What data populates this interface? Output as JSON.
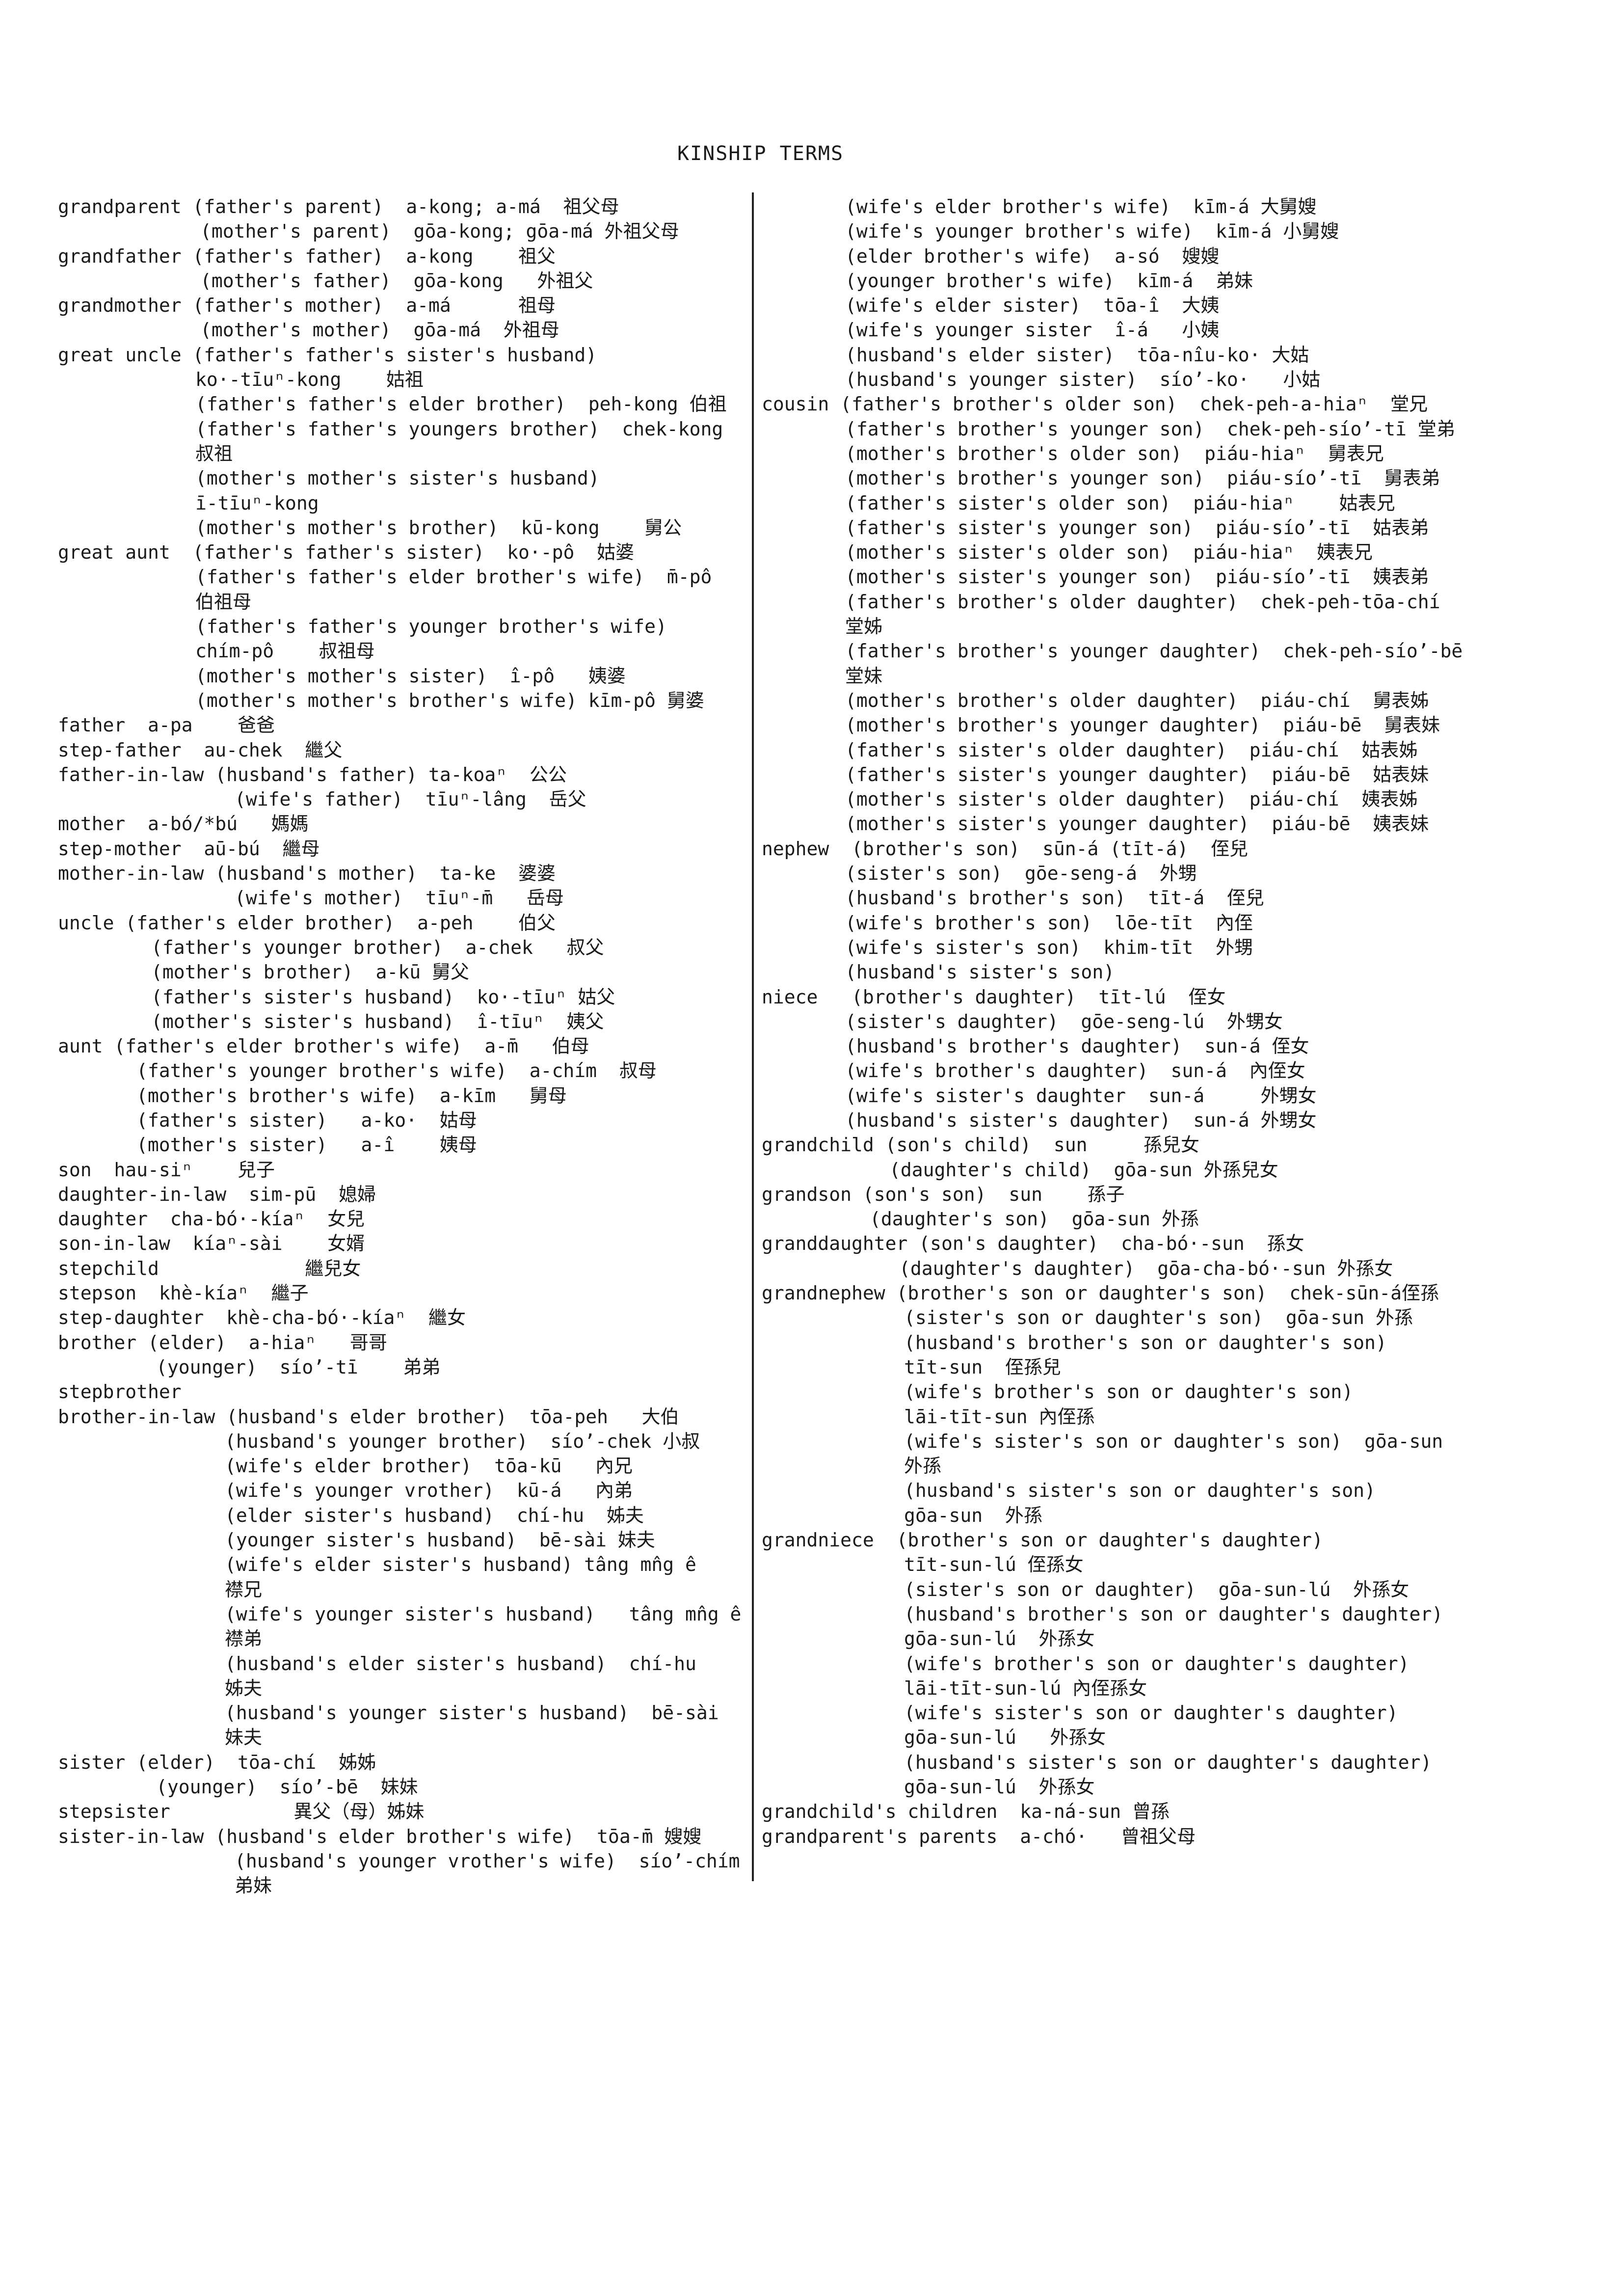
{
  "title": "KINSHIP TERMS",
  "left_column": [
    {
      "t": "grandparent (father's parent)  a-kong; a-má  祖父母",
      "c": ""
    },
    {
      "t": "(mother's parent)  gōa-kong; gōa-má 外祖父母",
      "c": "i1"
    },
    {
      "t": "grandfather (father's father)  a-kong    祖父",
      "c": ""
    },
    {
      "t": "(mother's father)  gōa-kong   外祖父",
      "c": "i1"
    },
    {
      "t": "grandmother (father's mother)  a-má      祖母",
      "c": ""
    },
    {
      "t": "(mother's mother)  gōa-má  外祖母",
      "c": "i1"
    },
    {
      "t": "great uncle (father's father's sister's husband)",
      "c": ""
    },
    {
      "t": "ko·-tīuⁿ-kong    姑祖",
      "c": "i2"
    },
    {
      "t": "(father's father's elder brother)  peh-kong 伯祖",
      "c": "i2"
    },
    {
      "t": "(father's father's youngers brother)  chek-kong",
      "c": "i2"
    },
    {
      "t": "叔祖",
      "c": "i2"
    },
    {
      "t": "(mother's mother's sister's husband)",
      "c": "i2"
    },
    {
      "t": "ī-tīuⁿ-kong",
      "c": "i2"
    },
    {
      "t": "(mother's mother's brother)  kū-kong    舅公",
      "c": "i2"
    },
    {
      "t": "great aunt  (father's father's sister)  ko·-pô  姑婆",
      "c": ""
    },
    {
      "t": "(father's father's elder brother's wife)  m̄-pô",
      "c": "i2"
    },
    {
      "t": "伯祖母",
      "c": "i2"
    },
    {
      "t": "(father's father's younger brother's wife)",
      "c": "i2"
    },
    {
      "t": "chím-pô    叔祖母",
      "c": "i2"
    },
    {
      "t": "(mother's mother's sister)  î-pô   姨婆",
      "c": "i2"
    },
    {
      "t": "(mother's mother's brother's wife) kīm-pô 舅婆",
      "c": "i2"
    },
    {
      "t": "father  a-pa    爸爸",
      "c": ""
    },
    {
      "t": "step-father  au-chek  繼父",
      "c": ""
    },
    {
      "t": "father-in-law (husband's father) ta-koaⁿ  公公",
      "c": ""
    },
    {
      "t": "(wife's father)  tīuⁿ-lâng  岳父",
      "c": "i5"
    },
    {
      "t": "mother  a-bó/*bú   媽媽",
      "c": ""
    },
    {
      "t": "step-mother  aū-bú  繼母",
      "c": ""
    },
    {
      "t": "mother-in-law (husband's mother)  ta-ke  婆婆",
      "c": ""
    },
    {
      "t": "(wife's mother)  tīuⁿ-m̄   岳母",
      "c": "i5"
    },
    {
      "t": "uncle (father's elder brother)  a-peh    伯父",
      "c": ""
    },
    {
      "t": "(father's younger brother)  a-chek   叔父",
      "c": "i12"
    },
    {
      "t": "(mother's brother)  a-kū 舅父",
      "c": "i12"
    },
    {
      "t": "(father's sister's husband)  ko·-tīuⁿ 姑父",
      "c": "i12"
    },
    {
      "t": "(mother's sister's husband)  î-tīuⁿ  姨父",
      "c": "i12"
    },
    {
      "t": "aunt (father's elder brother's wife)  a-m̄   伯母",
      "c": ""
    },
    {
      "t": "(father's younger brother's wife)  a-chím  叔母",
      "c": "i14"
    },
    {
      "t": "(mother's brother's wife)  a-kīm   舅母",
      "c": "i14"
    },
    {
      "t": "(father's sister)   a-ko·  姑母",
      "c": "i14"
    },
    {
      "t": "(mother's sister)   a-î    姨母",
      "c": "i14"
    },
    {
      "t": "son  hau-siⁿ    兒子",
      "c": ""
    },
    {
      "t": "daughter-in-law  sim-pū  媳婦",
      "c": ""
    },
    {
      "t": "daughter  cha-bó·-kíaⁿ  女兒",
      "c": ""
    },
    {
      "t": "son-in-law  kíaⁿ-sài    女婿",
      "c": ""
    },
    {
      "t": "stepchild             繼兒女",
      "c": ""
    },
    {
      "t": "stepson  khè-kíaⁿ  繼子",
      "c": ""
    },
    {
      "t": "step-daughter  khè-cha-bó·-kíaⁿ  繼女",
      "c": ""
    },
    {
      "t": "brother (elder)  a-hiaⁿ   哥哥",
      "c": ""
    },
    {
      "t": "(younger)  síoʼ-tī    弟弟",
      "c": "i3"
    },
    {
      "t": "stepbrother",
      "c": ""
    },
    {
      "t": "brother-in-law (husband's elder brother)  tōa-peh   大伯",
      "c": ""
    },
    {
      "t": "(husband's younger brother)  síoʼ-chek 小叔",
      "c": "i4"
    },
    {
      "t": "(wife's elder brother)  tōa-kū   內兄",
      "c": "i4"
    },
    {
      "t": "(wife's younger vrother)  kū-á   內弟",
      "c": "i4"
    },
    {
      "t": "(elder sister's husband)  chí-hu  姊夫",
      "c": "i4"
    },
    {
      "t": "(younger sister's husband)  bē-sài 妹夫",
      "c": "i4"
    },
    {
      "t": "(wife's elder sister's husband) tâng mn̂g ê",
      "c": "i4"
    },
    {
      "t": "襟兄",
      "c": "i4"
    },
    {
      "t": "(wife's younger sister's husband)   tâng mn̂g ê",
      "c": "i4"
    },
    {
      "t": "襟弟",
      "c": "i4"
    },
    {
      "t": "(husband's elder sister's husband)  chí-hu",
      "c": "i4"
    },
    {
      "t": "姊夫",
      "c": "i4"
    },
    {
      "t": "(husband's younger sister's husband)  bē-sài",
      "c": "i4"
    },
    {
      "t": "妹夫",
      "c": "i4"
    },
    {
      "t": "sister (elder)  tōa-chí  姊姊",
      "c": ""
    },
    {
      "t": "(younger)  síoʼ-bē  妹妹",
      "c": "i3"
    },
    {
      "t": "stepsister           異父（母）姊妹",
      "c": ""
    },
    {
      "t": "sister-in-law (husband's elder brother's wife)  tōa-m̄ 嫂嫂",
      "c": ""
    },
    {
      "t": "(husband's younger vrother's wife)  síoʼ-chím",
      "c": "i5"
    },
    {
      "t": "弟妹",
      "c": "i5"
    }
  ],
  "right_column": [
    {
      "t": "(wife's elder brother's wife)  kīm-á 大舅嫂",
      "c": "r1"
    },
    {
      "t": "(wife's younger brother's wife)  kīm-á 小舅嫂",
      "c": "r1"
    },
    {
      "t": "(elder brother's wife)  a-só  嫂嫂",
      "c": "r1"
    },
    {
      "t": "(younger brother's wife)  kīm-á  弟妹",
      "c": "r1"
    },
    {
      "t": "(wife's elder sister)  tōa-î  大姨",
      "c": "r1"
    },
    {
      "t": "(wife's younger sister  î-á   小姨",
      "c": "r1"
    },
    {
      "t": "(husband's elder sister)  tōa-nîu-ko· 大姑",
      "c": "r1"
    },
    {
      "t": "(husband's younger sister)  síoʼ-ko·   小姑",
      "c": "r1"
    },
    {
      "t": "cousin (father's brother's older son)  chek-peh-a-hiaⁿ  堂兄",
      "c": ""
    },
    {
      "t": "(father's brother's younger son)  chek-peh-síoʼ-tī 堂弟",
      "c": "r1"
    },
    {
      "t": "(mother's brother's older son)  piáu-hiaⁿ  舅表兄",
      "c": "r1"
    },
    {
      "t": "(mother's brother's younger son)  piáu-síoʼ-tī  舅表弟",
      "c": "r1"
    },
    {
      "t": "(father's sister's older son)  piáu-hiaⁿ    姑表兄",
      "c": "r1"
    },
    {
      "t": "(father's sister's younger son)  piáu-síoʼ-tī  姑表弟",
      "c": "r1"
    },
    {
      "t": "(mother's sister's older son)  piáu-hiaⁿ  姨表兄",
      "c": "r1"
    },
    {
      "t": "(mother's sister's younger son)  piáu-síoʼ-tī  姨表弟",
      "c": "r1"
    },
    {
      "t": "(father's brother's older daughter)  chek-peh-tōa-chí",
      "c": "r1"
    },
    {
      "t": "堂姊",
      "c": "r1"
    },
    {
      "t": "(father's brother's younger daughter)  chek-peh-síoʼ-bē",
      "c": "r1"
    },
    {
      "t": "堂妹",
      "c": "r1"
    },
    {
      "t": "(mother's brother's older daughter)  piáu-chí  舅表姊",
      "c": "r1"
    },
    {
      "t": "(mother's brother's younger daughter)  piáu-bē  舅表妹",
      "c": "r1"
    },
    {
      "t": "(father's sister's older daughter)  piáu-chí  姑表姊",
      "c": "r1"
    },
    {
      "t": "(father's sister's younger daughter)  piáu-bē  姑表妹",
      "c": "r1"
    },
    {
      "t": "(mother's sister's older daughter)  piáu-chí  姨表姊",
      "c": "r1"
    },
    {
      "t": "(mother's sister's younger daughter)  piáu-bē  姨表妹",
      "c": "r1"
    },
    {
      "t": "nephew  (brother's son)  sūn-á (tīt-á)  侄兒",
      "c": ""
    },
    {
      "t": "(sister's son)  gōe-seng-á  外甥",
      "c": "r1"
    },
    {
      "t": "(husband's brother's son)  tīt-á  侄兒",
      "c": "r1"
    },
    {
      "t": "(wife's brother's son)  lōe-tīt  內侄",
      "c": "r1"
    },
    {
      "t": "(wife's sister's son)  khim-tīt  外甥",
      "c": "r1"
    },
    {
      "t": "(husband's sister's son)",
      "c": "r1"
    },
    {
      "t": "niece   (brother's daughter)  tīt-lú  侄女",
      "c": ""
    },
    {
      "t": "(sister's daughter)  gōe-seng-lú  外甥女",
      "c": "r1"
    },
    {
      "t": "(husband's brother's daughter)  sun-á 侄女",
      "c": "r1"
    },
    {
      "t": "(wife's brother's daughter)  sun-á  內侄女",
      "c": "r1"
    },
    {
      "t": "(wife's sister's daughter  sun-á     外甥女",
      "c": "r1"
    },
    {
      "t": "(husband's sister's daughter)  sun-á 外甥女",
      "c": "r1"
    },
    {
      "t": "grandchild (son's child)  sun     孫兒女",
      "c": ""
    },
    {
      "t": "(daughter's child)  gōa-sun 外孫兒女",
      "c": "r2"
    },
    {
      "t": "grandson (son's son)  sun    孫子",
      "c": ""
    },
    {
      "t": "(daughter's son)  gōa-sun 外孫",
      "c": "r4"
    },
    {
      "t": "granddaughter (son's daughter)  cha-bó·-sun  孫女",
      "c": ""
    },
    {
      "t": "(daughter's daughter)  gōa-cha-bó·-sun 外孫女",
      "c": "r6"
    },
    {
      "t": "grandnephew (brother's son or daughter's son)  chek-sūn-á侄孫",
      "c": ""
    },
    {
      "t": "(sister's son or daughter's son)  gōa-sun 外孫",
      "c": "r7"
    },
    {
      "t": "(husband's brother's son or daughter's son)",
      "c": "r7"
    },
    {
      "t": "tīt-sun  侄孫兒",
      "c": "r7"
    },
    {
      "t": "(wife's brother's son or daughter's son)",
      "c": "r7"
    },
    {
      "t": "lāi-tīt-sun 內侄孫",
      "c": "r7"
    },
    {
      "t": "(wife's sister's son or daughter's son)  gōa-sun",
      "c": "r7"
    },
    {
      "t": "外孫",
      "c": "r7"
    },
    {
      "t": "(husband's sister's son or daughter's son)",
      "c": "r7"
    },
    {
      "t": "gōa-sun  外孫",
      "c": "r7"
    },
    {
      "t": "grandniece  (brother's son or daughter's daughter)",
      "c": ""
    },
    {
      "t": "tīt-sun-lú 侄孫女",
      "c": "r7"
    },
    {
      "t": "(sister's son or daughter)  gōa-sun-lú  外孫女",
      "c": "r7"
    },
    {
      "t": "(husband's brother's son or daughter's daughter)",
      "c": "r7"
    },
    {
      "t": "gōa-sun-lú  外孫女",
      "c": "r7"
    },
    {
      "t": "(wife's brother's son or daughter's daughter)",
      "c": "r7"
    },
    {
      "t": "lāi-tīt-sun-lú 內侄孫女",
      "c": "r7"
    },
    {
      "t": "(wife's sister's son or daughter's daughter)",
      "c": "r7"
    },
    {
      "t": "gōa-sun-lú   外孫女",
      "c": "r7"
    },
    {
      "t": "(husband's sister's son or daughter's daughter)",
      "c": "r7"
    },
    {
      "t": "gōa-sun-lú  外孫女",
      "c": "r7"
    },
    {
      "t": "grandchild's children  ka-ná-sun 曾孫",
      "c": ""
    },
    {
      "t": "grandparent's parents  a-chó·   曾祖父母",
      "c": ""
    }
  ]
}
